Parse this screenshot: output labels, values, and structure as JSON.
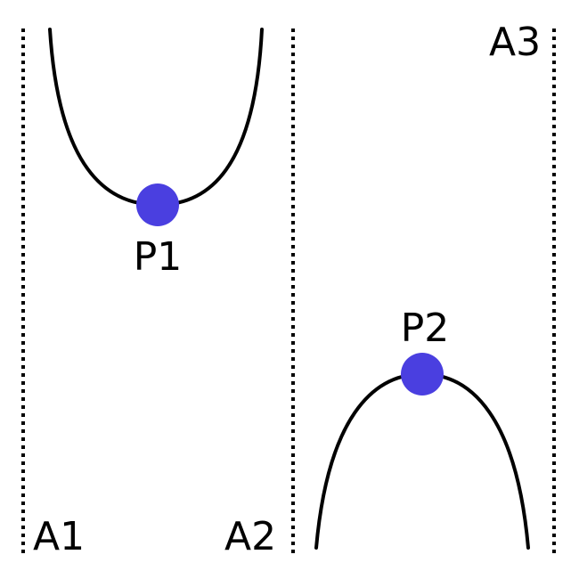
{
  "labels": {
    "p1": "P1",
    "p2": "P2",
    "a1": "A1",
    "a2": "A2",
    "a3": "A3"
  },
  "colors": {
    "point": "#4a3fe0",
    "curve": "#000000",
    "axis": "#000000"
  }
}
